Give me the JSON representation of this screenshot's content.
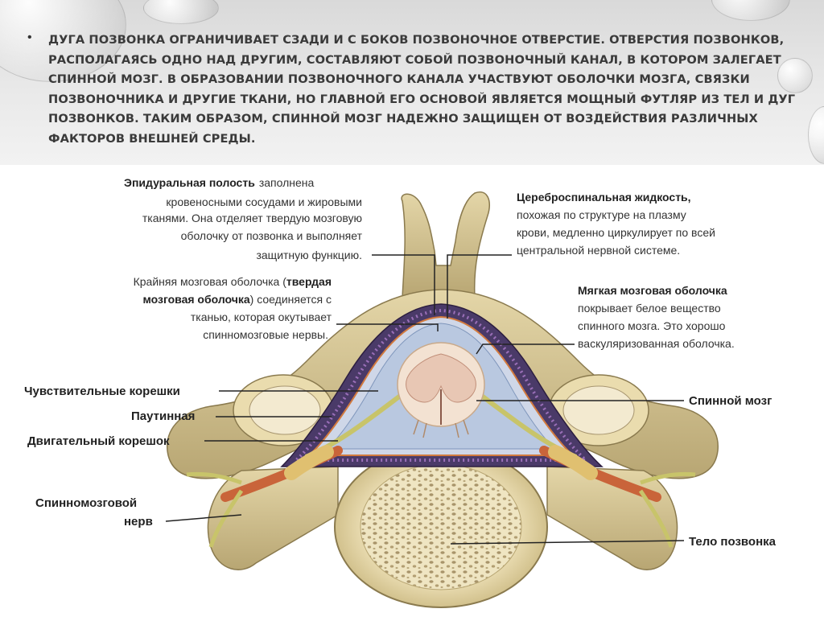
{
  "slide": {
    "intro": {
      "bullet": "•",
      "text": "Дуга позвонка ограничивает сзади и с боков позвоночное отверстие. Отверстия позвонков, располагаясь одно над другим, составляют собой позвоночный канал, в котором залегает спинной мозг. В образовании позвоночного канала участвуют оболочки мозга, связки позвоночника и другие ткани, но главной его основой является мощный футляр из тел и дуг позвонков. Таким образом, спинной мозг надежно защищен от воздействия различных факторов внешней среды."
    }
  },
  "diagram": {
    "epidural": {
      "title": "Эпидуральная полость",
      "lines": [
        "заполнена",
        "кровеносными сосудами и жировыми",
        "тканями. Она отделяет твердую мозговую",
        "оболочку от позвонка и выполняет",
        "защитную функцию."
      ]
    },
    "dura": {
      "line1_pre": "Крайняя мозговая оболочка (",
      "line1_bold": "твердая",
      "line2_bold": "мозговая оболочка",
      "line2_post": ") соединяется с",
      "lines": [
        "тканью, которая окутывает",
        "спинномозговые нервы."
      ]
    },
    "csf": {
      "title": "Цереброспинальная жидкость,",
      "lines": [
        "похожая по структуре на плазму",
        "крови, медленно циркулирует по всей",
        "центральной нервной системе."
      ]
    },
    "pia": {
      "title": "Мягкая мозговая оболочка",
      "lines": [
        "покрывает белое вещество",
        "спинного мозга. Это хорошо",
        "васкуляризованная оболочка."
      ]
    },
    "left_labels": {
      "sensory_roots": "Чувствительные корешки",
      "arachnoid": "Паутинная",
      "motor_root": "Двигательный корешок",
      "spinal_nerve_1": "Спинномозговой",
      "spinal_nerve_2": "нерв"
    },
    "right_labels": {
      "spinal_cord": "Спинной мозг",
      "vertebral_body": "Тело позвонка"
    },
    "colors": {
      "bone": "#d9c998",
      "bone_dark": "#8a7a4e",
      "canal": "#b9c8e0",
      "cord": "#f3e2d2",
      "nerve": "#c9643a",
      "root": "#c8c46a"
    }
  }
}
